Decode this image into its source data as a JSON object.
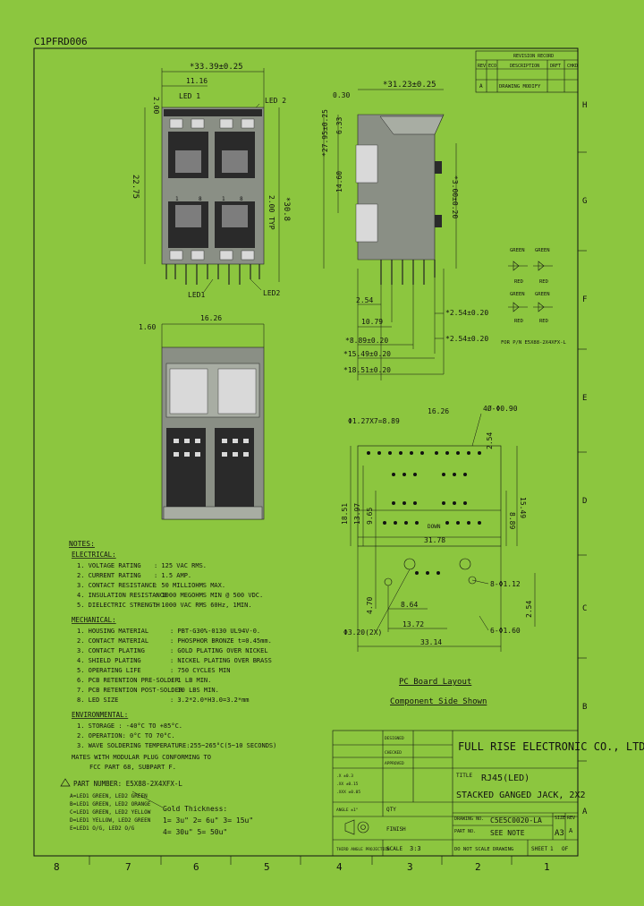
{
  "drawing_number": "C1PFRD006",
  "zone_letters": [
    "H",
    "G",
    "F",
    "E",
    "D",
    "C",
    "B",
    "A"
  ],
  "zone_numbers": [
    "8",
    "7",
    "6",
    "5",
    "4",
    "3",
    "2",
    "1"
  ],
  "revision_table": {
    "title": "REVISION RECORD",
    "headers": [
      "REV",
      "ECO",
      "DESCRIPTION",
      "DRFT",
      "CHKD"
    ],
    "row": [
      "A",
      "",
      "DRAWING MODIFY",
      "",
      "",
      ""
    ]
  },
  "front_view": {
    "dims": [
      "*33.39±0.25",
      "11.16",
      "2.00",
      "22.75",
      "2.00 TYP",
      "*30.8"
    ],
    "labels": [
      "LED 1",
      "LED 2",
      "LED1",
      "LED2",
      "1",
      "8",
      "1",
      "8"
    ]
  },
  "side_view": {
    "dims": [
      "0.30",
      "*31.23±0.25",
      "6.33",
      "*27.95±0.25",
      "14.60",
      "*3.00±0.20",
      "2.54",
      "10.79",
      "*2.54±0.20",
      "*8.89±0.20",
      "*2.54±0.20",
      "*15.49±0.20",
      "*18.51±0.20"
    ]
  },
  "led_schematic": {
    "labels": [
      "GREEN",
      "GREEN",
      "RED",
      "RED",
      "GREEN",
      "GREEN",
      "RED",
      "RED"
    ],
    "note": "FOR P/N E5X88-2X4XFX-L"
  },
  "bottom_view": {
    "dims": [
      "1.60",
      "16.26"
    ]
  },
  "pcb_layout": {
    "dims": [
      "Φ1.27X7=8.89",
      "16.26",
      "4Ø-Φ0.90",
      "2.54",
      "18.51",
      "13.97",
      "9.65",
      "31.78",
      "15.49",
      "8.89",
      "4.70",
      "8.64",
      "13.72",
      "33.14",
      "Φ3.20(2X)",
      "8-Φ1.12",
      "6-Φ1.60"
    ],
    "labels": [
      "DOWN"
    ],
    "title": "PC Board Layout",
    "subtitle": "Component Side Shown"
  },
  "notes": {
    "heading": "NOTES:",
    "electrical_heading": "ELECTRICAL:",
    "electrical": [
      [
        "1. VOLTAGE RATING",
        ": 125 VAC RMS."
      ],
      [
        "2. CURRENT RATING",
        ": 1.5 AMP."
      ],
      [
        "3. CONTACT RESISTANCE",
        ": 50 MILLIOHMS MAX."
      ],
      [
        "4. INSULATION RESISTANCE",
        ": 1000 MEGOHMS MIN @ 500 VDC."
      ],
      [
        "5. DIELECTRIC STRENGTH",
        ": 1000 VAC RMS 60Hz, 1MIN."
      ]
    ],
    "mechanical_heading": "MECHANICAL:",
    "mechanical": [
      [
        "1. HOUSING MATERIAL",
        ": PBT-G30%-0130 UL94V-0."
      ],
      [
        "2. CONTACT MATERIAL",
        ": PHOSPHOR BRONZE t=0.45mm."
      ],
      [
        "3. CONTACT PLATING",
        ": GOLD PLATING OVER NICKEL"
      ],
      [
        "4. SHIELD PLATING",
        ": NICKEL PLATING OVER BRASS"
      ],
      [
        "5. OPERATING LIFE",
        ": 750 CYCLES MIN"
      ],
      [
        "6. PCB RETENTION PRE-SOLDER",
        ": 1 LB MIN."
      ],
      [
        "7. PCB RETENTION POST-SOLDER",
        ": 10 LBS MIN."
      ],
      [
        "8. LED SIZE",
        ": 3.2*2.0*H3.0=3.2*mm"
      ]
    ],
    "environmental_heading": "ENVIRONMENTAL:",
    "environmental": [
      "1. STORAGE : -40°C TO +85°C.",
      "2. OPERATION: 0°C TO 70°C.",
      "3. WAVE SOLDERING TEMPERATURE:255~265°C(5~10 SECONDS)"
    ],
    "mates": [
      "MATES WITH MODULAR PLUG CONFORMING TO",
      "FCC PART 68, SUBPART F."
    ],
    "part_number": "PART NUMBER: E5X88-2X4XFX-L",
    "led_options": [
      "A=LED1 GREEN, LED2 GREEN",
      "B=LED1 GREEN, LED2 ORANGE",
      "C=LED1 GREEN, LED2 YELLOW",
      "D=LED1 YELLOW, LED2 GREEN",
      "E=LED1 O/G, LED2 O/G"
    ],
    "gold_heading": "Gold Thickness:",
    "gold_options": [
      "1= 3u\"  2= 6u\"  3= 15u\"",
      "4= 30u\"  5= 50u\""
    ]
  },
  "title_block": {
    "company": "FULL RISE ELECTRONIC CO., LTD",
    "title_label": "TITLE",
    "title_lines": [
      "RJ45(LED)",
      "STACKED GANGED JACK, 2X2"
    ],
    "drawing_no_label": "DRAWING NO.",
    "drawing_no": "C5E5C0020-LA",
    "part_no_label": "PART NO.",
    "part_no": "SEE NOTE",
    "size_label": "SIZE",
    "size": "A3",
    "rev_label": "REV",
    "rev": "A",
    "qty_label": "QTY",
    "finish_label": "FINISH",
    "scale_label": "SCALE",
    "scale": "3:3",
    "angle_label": "THIRD ANGLE PROJECTION",
    "note": "DO NOT SCALE DRAWING",
    "sheet_label": "SHEET",
    "sheet": "1",
    "of_label": "OF",
    "tolerance_rows": [
      ".X ±0.3",
      ".XX ±0.15",
      ".XXX ±0.05",
      "ANGLE ±1°"
    ],
    "sign_rows": [
      "DESIGNED",
      "CHECKED",
      "APPROVED"
    ]
  }
}
